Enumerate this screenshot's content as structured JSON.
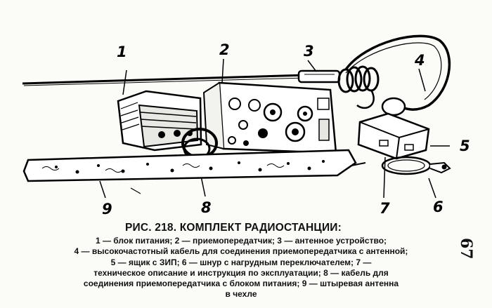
{
  "callouts": {
    "n1": "1",
    "n2": "2",
    "n3": "3",
    "n4": "4",
    "n5": "5",
    "n6": "6",
    "n7": "7",
    "n8": "8",
    "n9": "9"
  },
  "caption": {
    "title": "РИС. 218. КОМПЛЕКТ РАДИОСТАНЦИИ:",
    "lines": [
      "1 — блок питания; 2 — приемопередатчик; 3 — антенное устройство;",
      "4 — высокочастотный кабель для соединения приемопередатчика с антенной;",
      "5 — ящик с ЗИП; 6 — шнур с нагрудным переключателем; 7 —",
      "техническое описание и инструкция по эксплуатации; 8 — кабель для",
      "соединения приемопередатчика с блоком питания; 9 — штыревая антенна",
      "в чехле"
    ]
  },
  "page_number": "67"
}
